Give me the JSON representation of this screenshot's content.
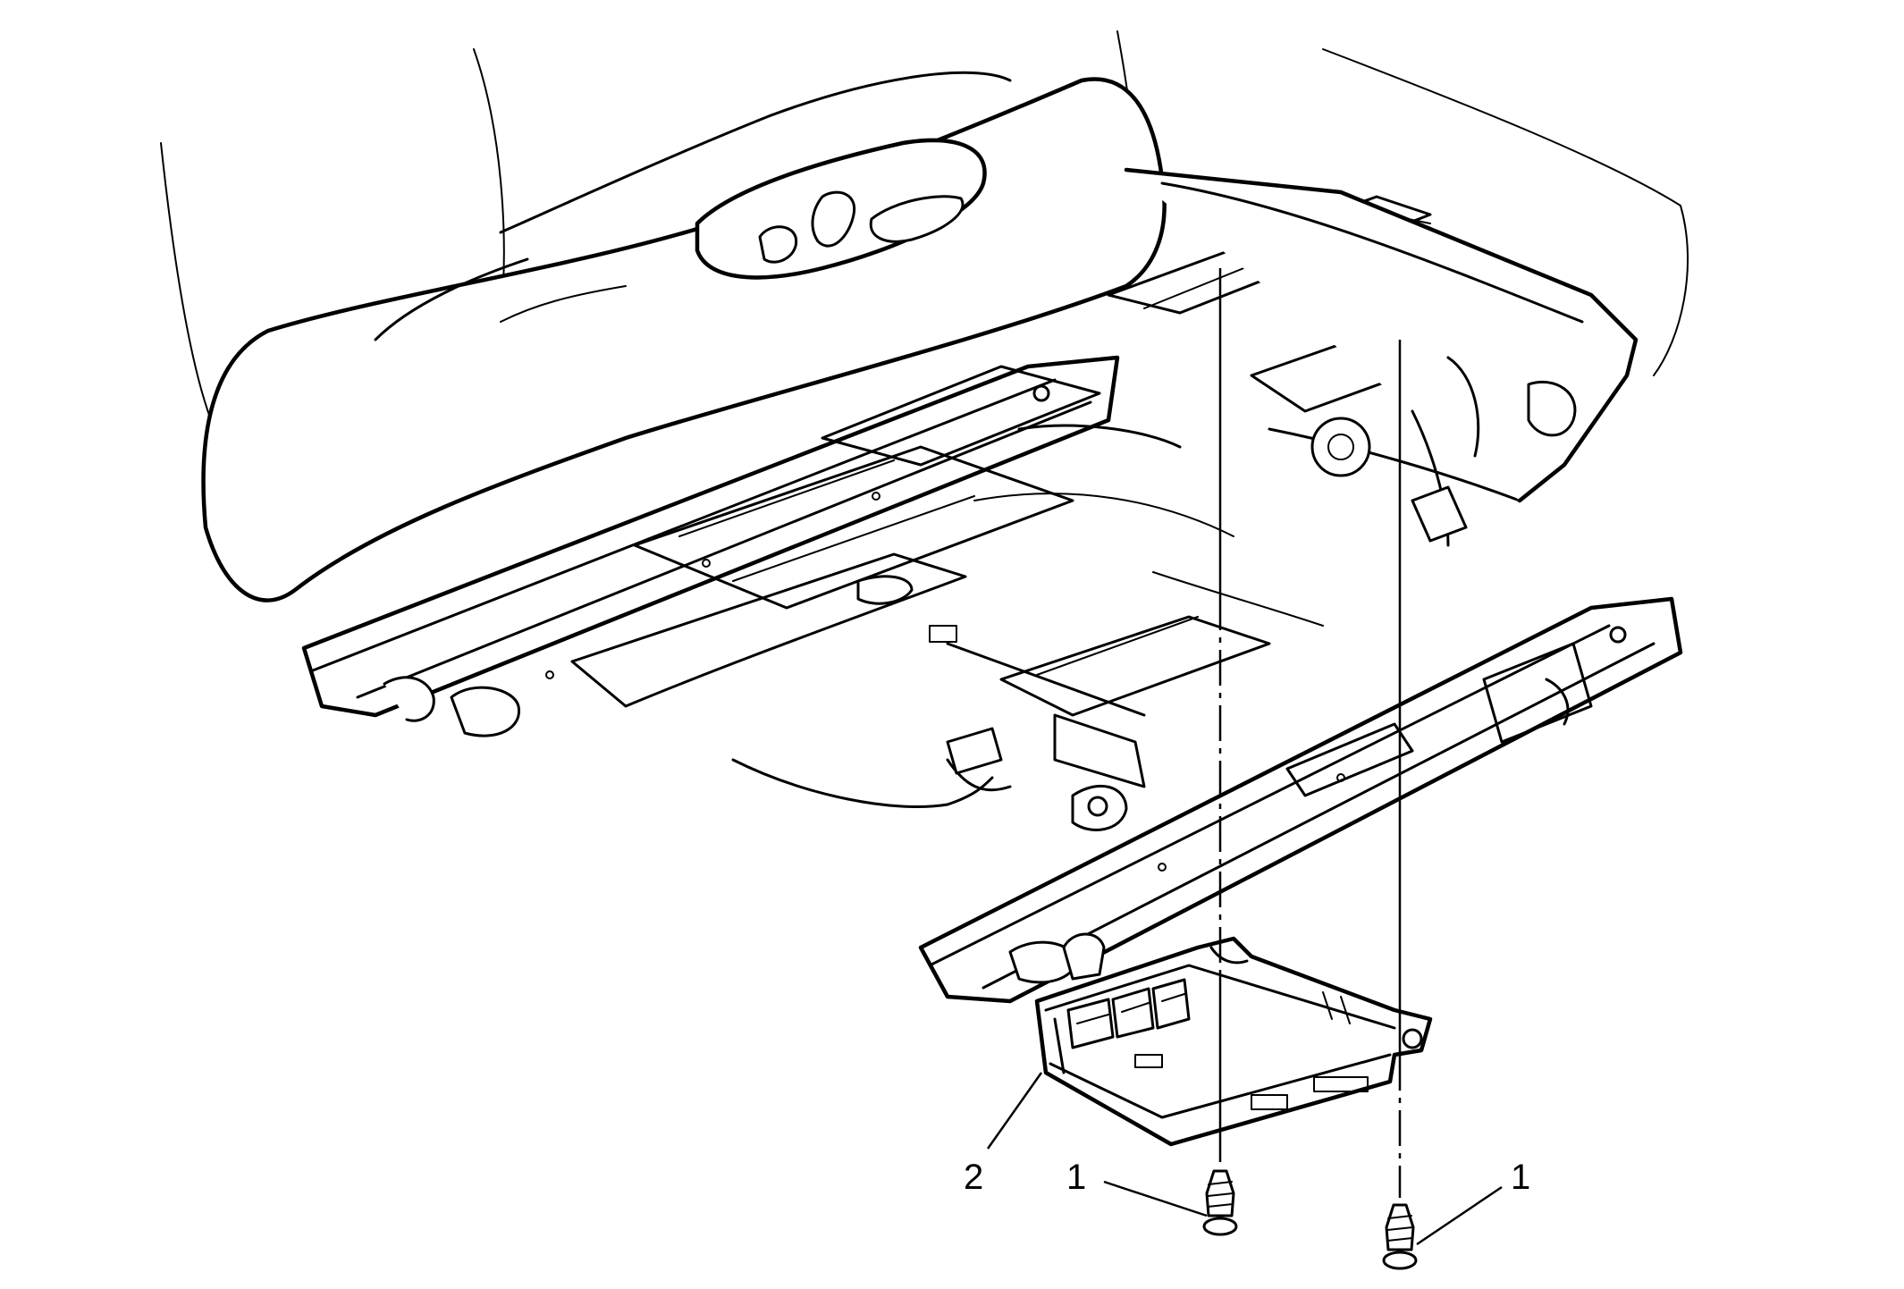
{
  "callouts": {
    "fastener_left": "1",
    "fastener_right": "1",
    "module": "2"
  },
  "colors": {
    "line": "#000000",
    "background": "#ffffff"
  }
}
